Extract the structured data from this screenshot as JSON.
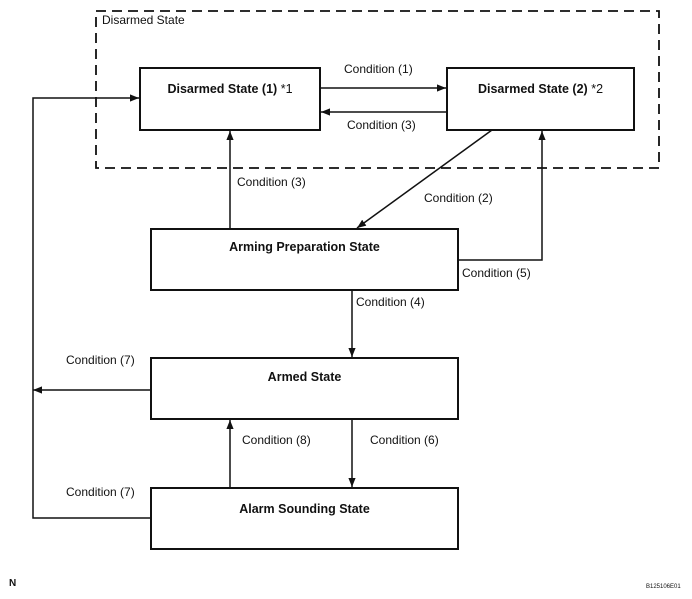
{
  "group": {
    "label": "Disarmed State"
  },
  "states": {
    "disarmed1": {
      "label": "Disarmed State (1)",
      "suffix": "*1"
    },
    "disarmed2": {
      "label": "Disarmed State (2)",
      "suffix": "*2"
    },
    "arming": {
      "label": "Arming Preparation State"
    },
    "armed": {
      "label": "Armed State"
    },
    "alarm": {
      "label": "Alarm Sounding State"
    }
  },
  "conditions": {
    "c1_top": "Condition (1)",
    "c3_top": "Condition (3)",
    "c3_left": "Condition (3)",
    "c2": "Condition (2)",
    "c5": "Condition (5)",
    "c4": "Condition (4)",
    "c7_upper": "Condition (7)",
    "c8": "Condition (8)",
    "c6": "Condition (6)",
    "c7_lower": "Condition (7)"
  },
  "footer": {
    "letter": "N",
    "code": "B125106E01"
  }
}
